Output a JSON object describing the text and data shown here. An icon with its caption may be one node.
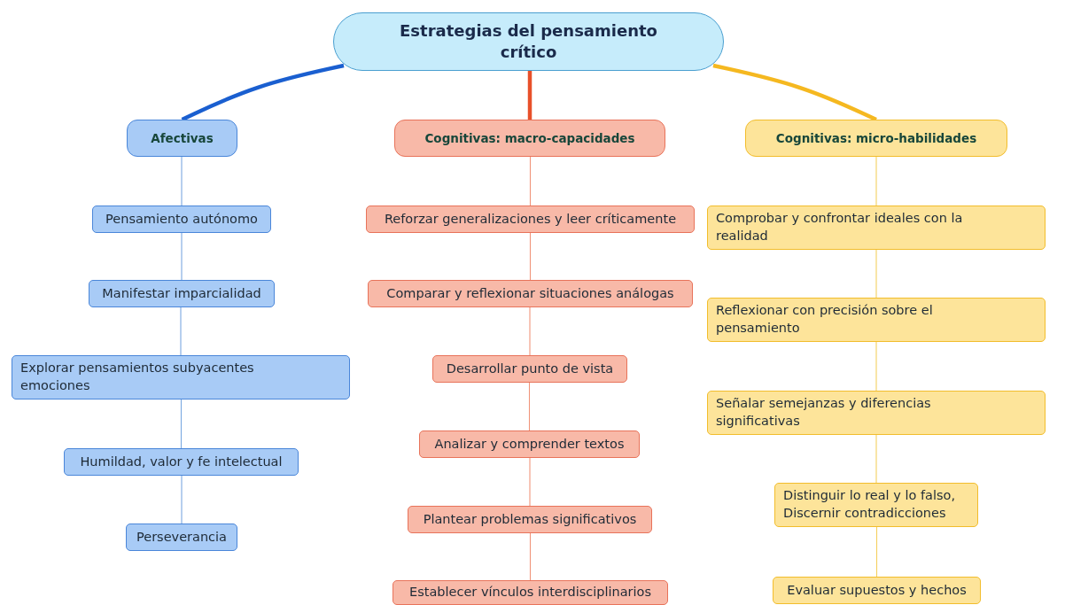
{
  "diagram": {
    "nodes": [
      {
        "text": [
          "Estrategias del pensamiento crítico"
        ]
      },
      {
        "text": [
          "Afectivas"
        ]
      },
      {
        "text": [
          "Cognitivas: macro-capacidades"
        ]
      },
      {
        "text": [
          "Cognitivas: micro-habilidades"
        ]
      },
      {
        "text": [
          "Pensamiento autónomo"
        ]
      },
      {
        "text": [
          "Manifestar imparcialidad"
        ]
      },
      {
        "text": [
          "Explorar pensamientos subyacentes emociones"
        ]
      },
      {
        "text": [
          "Humildad, valor y fe intelectual"
        ]
      },
      {
        "text": [
          "Perseverancia"
        ]
      },
      {
        "text": [
          "Reforzar generalizaciones y leer críticamente"
        ]
      },
      {
        "text": [
          "Comparar y reflexionar situaciones análogas"
        ]
      },
      {
        "text": [
          "Desarrollar punto de vista"
        ]
      },
      {
        "text": [
          "Analizar y comprender textos"
        ]
      },
      {
        "text": [
          "Plantear problemas significativos"
        ]
      },
      {
        "text": [
          "Establecer vínculos interdisciplinarios"
        ]
      },
      {
        "text": [
          "Comprobar y confrontar ideales con la realidad"
        ]
      },
      {
        "text": [
          "Reflexionar con precisión sobre el pensamiento"
        ]
      },
      {
        "text": [
          "Señalar semejanzas y diferencias significativas"
        ]
      },
      {
        "text": [
          "Distinguir lo real y lo falso, Discernir contradicciones"
        ]
      },
      {
        "text": [
          "Evaluar supuestos y hechos"
        ]
      }
    ],
    "edges": [
      {
        "from": 0,
        "to": 1,
        "arrow": "none",
        "style": "thick",
        "color": "#1a5fd0"
      },
      {
        "from": 0,
        "to": 2,
        "arrow": "none",
        "style": "thick",
        "color": "#e8502a"
      },
      {
        "from": 0,
        "to": 3,
        "arrow": "none",
        "style": "thick",
        "color": "#f5b820"
      },
      {
        "from": 1,
        "to": 4,
        "arrow": "none",
        "color": "#7aa8e0"
      },
      {
        "from": 4,
        "to": 5,
        "arrow": "none",
        "color": "#7aa8e0"
      },
      {
        "from": 5,
        "to": 6,
        "arrow": "none",
        "color": "#7aa8e0"
      },
      {
        "from": 6,
        "to": 7,
        "arrow": "none",
        "color": "#7aa8e0"
      },
      {
        "from": 7,
        "to": 8,
        "arrow": "none",
        "color": "#7aa8e0"
      },
      {
        "from": 2,
        "to": 9,
        "arrow": "none",
        "color": "#f0957a"
      },
      {
        "from": 9,
        "to": 10,
        "arrow": "none",
        "color": "#f0957a"
      },
      {
        "from": 10,
        "to": 11,
        "arrow": "none",
        "color": "#f0957a"
      },
      {
        "from": 11,
        "to": 12,
        "arrow": "none",
        "color": "#f0957a"
      },
      {
        "from": 12,
        "to": 13,
        "arrow": "none",
        "color": "#f0957a"
      },
      {
        "from": 13,
        "to": 14,
        "arrow": "none",
        "color": "#f0957a"
      },
      {
        "from": 3,
        "to": 15,
        "arrow": "none",
        "color": "#f5d060"
      },
      {
        "from": 15,
        "to": 16,
        "arrow": "none",
        "color": "#f5d060"
      },
      {
        "from": 16,
        "to": 17,
        "arrow": "none",
        "color": "#f5d060"
      },
      {
        "from": 17,
        "to": 18,
        "arrow": "none",
        "color": "#f5d060"
      },
      {
        "from": 18,
        "to": 19,
        "arrow": "none",
        "color": "#f5d060"
      }
    ]
  }
}
